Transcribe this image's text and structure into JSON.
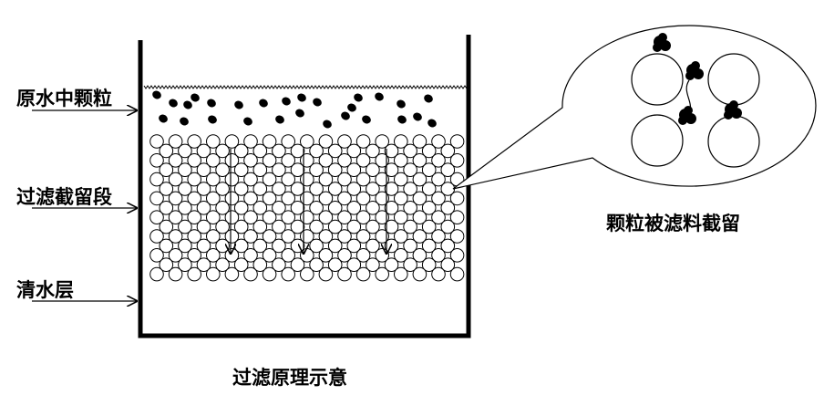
{
  "labels": {
    "raw_particles": "原水中颗粒",
    "filter_zone": "过滤截留段",
    "clear_water": "清水层",
    "caption": "过滤原理示意",
    "zoom_caption": "颗粒被滤料截留"
  },
  "colors": {
    "ink": "#000000",
    "background": "#ffffff"
  }
}
